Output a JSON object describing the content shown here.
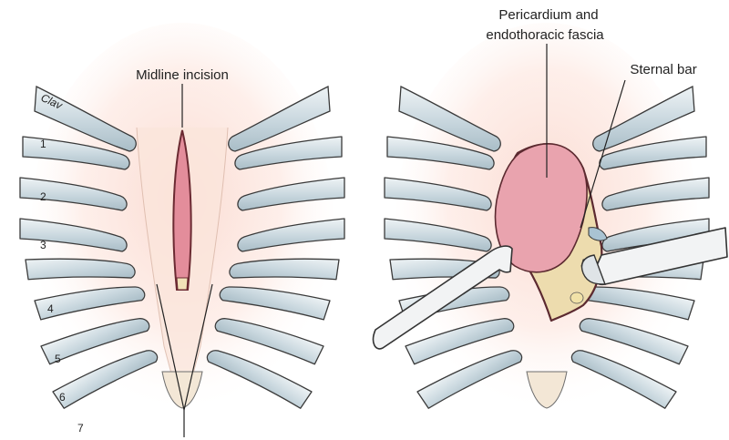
{
  "left_panel": {
    "incision_label": "Midline incision",
    "clavicle_label": "Clav",
    "rib_numbers": [
      "1",
      "2",
      "3",
      "4",
      "5",
      "6",
      "7"
    ]
  },
  "right_panel": {
    "pericardium_label_line1": "Pericardium and",
    "pericardium_label_line2": "endothoracic fascia",
    "sternal_bar_label": "Sternal bar"
  },
  "colors": {
    "rib": "#c9d7de",
    "skin_glow": "#fbe3da",
    "pericardium": "#e9a3ae",
    "sternal_bar": "#eddcae",
    "incision": "#e38d9b"
  }
}
